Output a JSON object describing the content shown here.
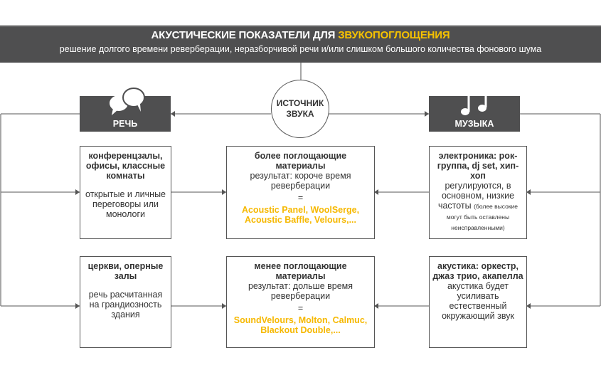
{
  "header": {
    "title_main": "АКУСТИЧЕСКИЕ ПОКАЗАТЕЛИ ДЛЯ",
    "title_highlight": "ЗВУКОПОГЛОЩЕНИЯ",
    "subtitle": "решение долгого времени реверберации, неразборчивой речи и/или слишком большого количества фонового шума"
  },
  "source": {
    "line1": "ИСТОЧНИК",
    "line2": "ЗВУКА"
  },
  "speech": {
    "label": "РЕЧЬ",
    "icon": "speech-bubbles-icon"
  },
  "music": {
    "label": "МУЗЫКА",
    "icon": "music-note-icon"
  },
  "speech_top": {
    "bold": "конференцзалы, офисы, классные комнаты",
    "text": "открытые и личные переговоры или монологи"
  },
  "speech_bottom": {
    "bold": "церкви, оперные залы",
    "text": "речь расчитанная на грандиозность здания"
  },
  "mid_top": {
    "bold": "более поглощающие материалы",
    "text": "результат: короче время реверберации",
    "eq": "=",
    "products": "Acoustic Panel, WoolSerge, Acoustic Baffle, Velours,..."
  },
  "mid_bottom": {
    "bold": "менее поглощающие материалы",
    "text": "результат: дольше время реверберации",
    "eq": "=",
    "products": "SoundVelours, Molton, Calmuc, Blackout Double,..."
  },
  "music_top": {
    "bold": "электроника: рок-группа, dj set, хип-хоп",
    "text": "регулируются, в основном, низкие частоты",
    "small": "(более высокие могут быть оставлены неисправленными)"
  },
  "music_bottom": {
    "bold": "акустика: оркестр, джаз трио, акапелла",
    "text": "акустика будет усиливать естественный окружающий звук"
  },
  "colors": {
    "dark": "#4f4f50",
    "accent": "#f6c200"
  }
}
